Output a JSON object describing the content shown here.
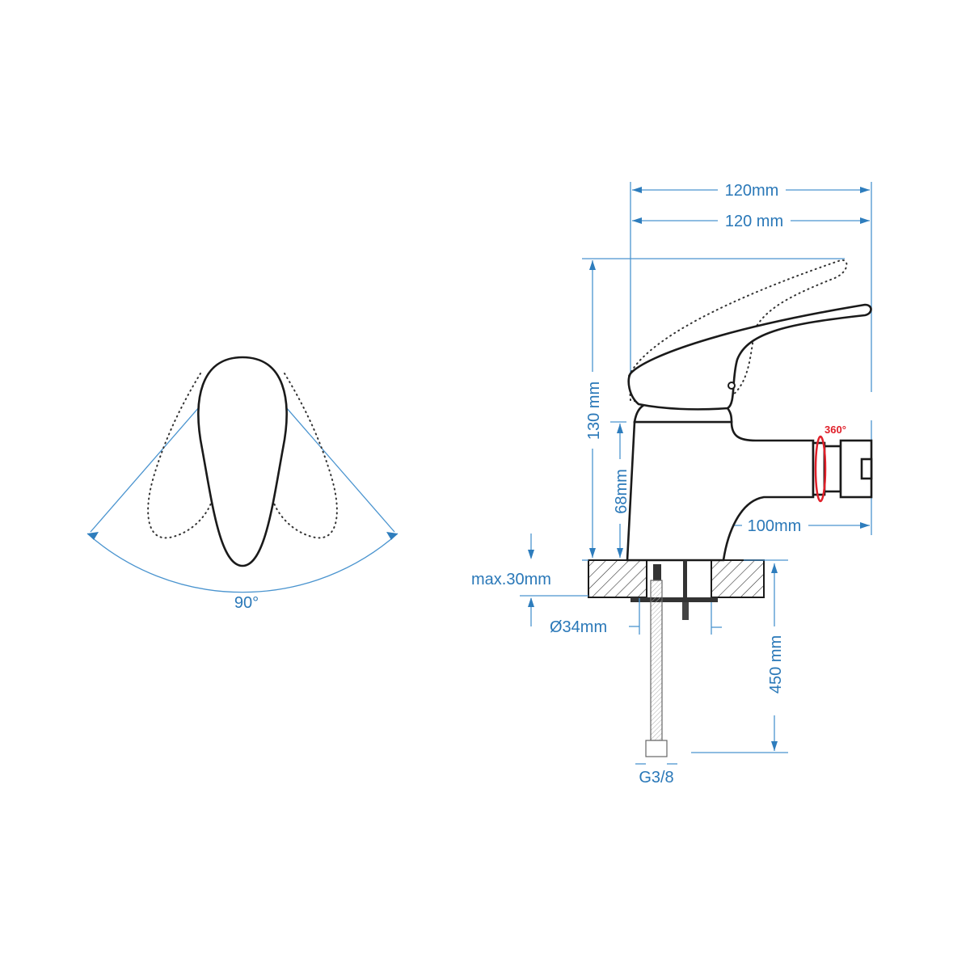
{
  "handle_view": {
    "rotation_label": "90°"
  },
  "side_view": {
    "width_top_label": "120mm",
    "width_second_label": "120 mm",
    "height_label": "130 mm",
    "body_height_label": "68mm",
    "spout_reach_label": "100mm",
    "swivel_label": "360°",
    "max_thickness_label": "max.30mm",
    "hole_diameter_label": "Ø34mm",
    "hose_length_label": "450 mm",
    "thread_label": "G3/8"
  },
  "colors": {
    "dimension": "#2a78b8",
    "swivel": "#e0202a",
    "outline": "#1a1a1a"
  }
}
